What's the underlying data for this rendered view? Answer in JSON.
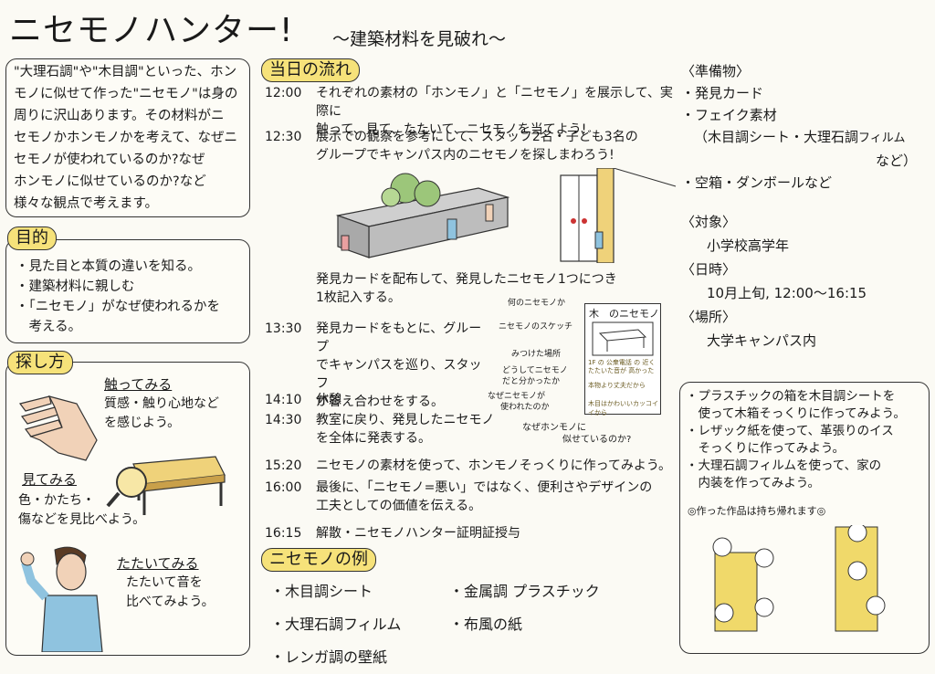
{
  "header": {
    "title": "ニセモノハンター!",
    "subtitle": "〜建築材料を見破れ〜"
  },
  "intro": {
    "lines": [
      "\"大理石調\"や\"木目調\"といった、ホン",
      "モノに似せて作った\"ニセモノ\"は身の",
      "周りに沢山あります。その材料がニ",
      "セモノかホンモノかを考えて、なぜニ",
      "セモノが使われているのか?なぜ",
      "ホンモノに似せているのか?など",
      "様々な観点で考えます。"
    ]
  },
  "purpose": {
    "heading": "目的",
    "items": [
      "・見た目と本質の違いを知る。",
      "・建築材料に親しむ",
      "・「ニセモノ」がなぜ使われるかを",
      "　考える。"
    ]
  },
  "howto": {
    "heading": "探し方",
    "touch_title": "触ってみる",
    "touch_desc": [
      "質感・触り心地など",
      "を感じよう。"
    ],
    "see_title": "見てみる",
    "see_desc": [
      "色・かたち・",
      "傷などを見比べよう。"
    ],
    "tap_title": "たたいてみる",
    "tap_desc": [
      "たたいて音を",
      "比べてみよう。"
    ]
  },
  "flow": {
    "heading": "当日の流れ",
    "items": [
      {
        "time": "12:00",
        "lines": [
          "それぞれの素材の「ホンモノ」と「ニセモノ」を展示して、実際に",
          "触って、見て、たたいて、ニセモノを当てよう!"
        ]
      },
      {
        "time": "12:30",
        "lines": [
          "展示での観察を参考にして、スタッフ2名・子ども3名の",
          "グループでキャンパス内のニセモノを探しまわろう!"
        ]
      },
      {
        "time": "",
        "lines": [
          "発見カードを配布して、発見したニセモノ1つにつき",
          "1枚記入する。"
        ]
      },
      {
        "time": "13:30",
        "lines": [
          "発見カードをもとに、グループ",
          "でキャンパスを巡り、スタッフ",
          "が答え合わせをする。"
        ]
      },
      {
        "time": "14:10",
        "lines": [
          "休憩"
        ]
      },
      {
        "time": "14:30",
        "lines": [
          "教室に戻り、発見したニセモノ",
          "を全体に発表する。"
        ]
      },
      {
        "time": "15:20",
        "lines": [
          "ニセモノの素材を使って、ホンモノそっくりに作ってみよう。"
        ]
      },
      {
        "time": "16:00",
        "lines": [
          "最後に、「ニセモノ=悪い」ではなく、便利さやデザインの",
          "工夫としての価値を伝える。"
        ]
      },
      {
        "time": "16:15",
        "lines": [
          "解散・ニセモノハンター証明証授与"
        ]
      }
    ]
  },
  "card": {
    "labels": [
      "何のニセモノか",
      "ニセモノのスケッチ",
      "みつけた場所",
      "どうしてニセモノ",
      "だと分かったか",
      "なぜニセモノが",
      "使われたのか"
    ],
    "bottom_label": [
      "なぜホンモノに",
      "似せているのか?"
    ],
    "title": "木　のニセモノ",
    "note1": [
      "1F の 公衆電話 の 近く",
      "たたいた音が 高かった"
    ],
    "note2": "本物より丈夫だから",
    "note3": "木目はかわいいカッコイイから"
  },
  "examples": {
    "heading": "ニセモノの例",
    "col1": [
      "・木目調シート",
      "・大理石調フィルム",
      "・レンガ調の壁紙"
    ],
    "col2": [
      "・金属調 プラスチック",
      "・布風の紙"
    ]
  },
  "prep": {
    "heading": "〈準備物〉",
    "items": [
      "・発見カード",
      "・フェイク素材"
    ],
    "sub": [
      "（木目調シート・大理石調",
      "フィルム"
    ],
    "sub_tail": "など）",
    "last": "・空箱・ダンボールなど"
  },
  "target": {
    "heading": "〈対象〉",
    "value": "小学校高学年"
  },
  "date": {
    "heading": "〈日時〉",
    "value": "10月上旬, 12:00〜16:15"
  },
  "place": {
    "heading": "〈場所〉",
    "value": "大学キャンパス内"
  },
  "make": {
    "lines": [
      "・プラスチックの箱を木目調シートを",
      "　使って木箱そっくりに作ってみよう。",
      "・レザック紙を使って、革張りのイス",
      "　そっくりに作ってみよう。",
      "・大理石調フィルムを使って、家の",
      "　内装を作ってみよう。"
    ],
    "note": "◎作った作品は持ち帰れます◎"
  },
  "colors": {
    "highlight": "#f6e27a",
    "line": "#333333",
    "skin": "#f1d2b8",
    "wood": "#efd27a"
  }
}
